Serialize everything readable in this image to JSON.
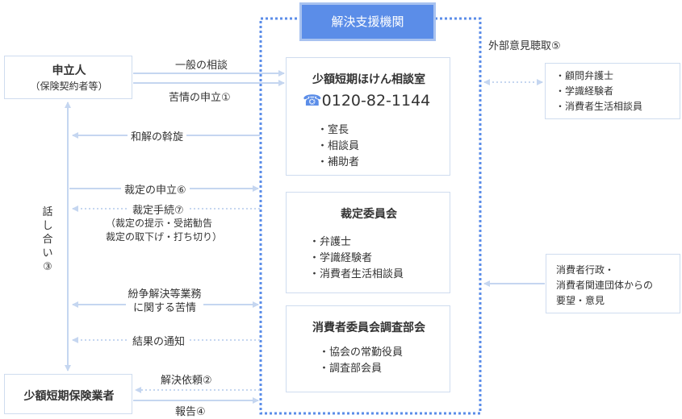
{
  "center": {
    "title": "解決支援機関",
    "consult_room": {
      "title": "少額短期ほけん相談室",
      "phone": "0120-82-1144",
      "members": [
        "室長",
        "相談員",
        "補助者"
      ]
    },
    "committee": {
      "title": "裁定委員会",
      "members": [
        "弁護士",
        "学識経験者",
        "消費者生活相談員"
      ]
    },
    "survey": {
      "title": "消費者委員会調査部会",
      "members": [
        "協会の常勤役員",
        "調査部会員"
      ]
    }
  },
  "applicant": {
    "name": "申立人",
    "sub": "（保険契約者等）"
  },
  "insurer": {
    "name": "少額短期保険業者"
  },
  "external": {
    "label": "外部意見聴取⑤",
    "members": [
      "顧問弁護士",
      "学識経験者",
      "消費者生活相談員"
    ]
  },
  "consumer": {
    "lines": [
      "消費者行政・",
      "消費者関連団体からの",
      "要望・意見"
    ]
  },
  "flows": {
    "general": "一般の相談",
    "complaint": "苦情の申立①",
    "settlement": "和解の斡旋",
    "adjudication_request": "裁定の申立⑥",
    "adjudication_procedure": "裁定手続⑦",
    "adjudication_detail_1": "（裁定の提示・受諾勧告",
    "adjudication_detail_2": "裁定の取下げ・打ち切り）",
    "dispute_1": "紛争解決等業務",
    "dispute_2": "に関する苦情",
    "result": "結果の通知",
    "resolution_request": "解決依頼②",
    "report": "報告④",
    "talk_1": "話",
    "talk_2": "し",
    "talk_3": "合",
    "talk_4": "い",
    "talk_5": "③"
  },
  "colors": {
    "accent": "#5b8de8",
    "line": "#c5d6f0",
    "box_border": "#cfdcef"
  }
}
